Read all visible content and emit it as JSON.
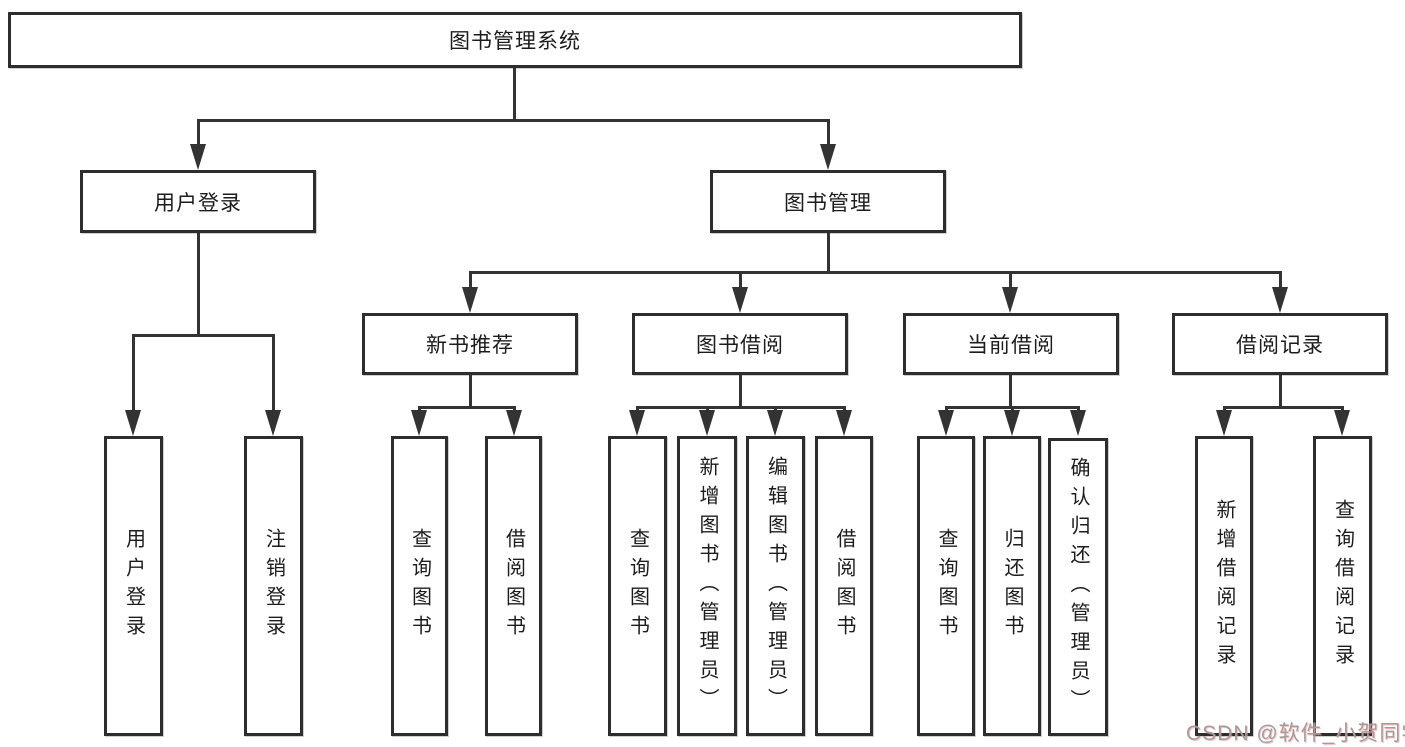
{
  "title": "图书管理系统",
  "nodes": {
    "root": "图书管理系统",
    "user_login_branch": "用户登录",
    "book_mgmt_branch": "图书管理",
    "new_book_rec": "新书推荐",
    "book_borrow": "图书借阅",
    "current_borrow": "当前借阅",
    "borrow_records": "借阅记录",
    "leaf_user_login": "用户登录",
    "leaf_logout": "注销登录",
    "leaf_nb_query": "查询图书",
    "leaf_nb_borrow": "借阅图书",
    "leaf_bb_query": "查询图书",
    "leaf_bb_add": "新增图书（管理员）",
    "leaf_bb_edit": "编辑图书（管理员）",
    "leaf_bb_borrow": "借阅图书",
    "leaf_cb_query": "查询图书",
    "leaf_cb_return": "归还图书",
    "leaf_cb_confirm": "确认归还（管理员）",
    "leaf_br_add": "新增借阅记录",
    "leaf_br_query": "查询借阅记录"
  },
  "watermark": {
    "text": "CSDN @软件_小贺同学"
  },
  "colors": {
    "line": "#333333",
    "border": "#2d2d2d",
    "text": "#1c1c1c",
    "bg": "#ffffff",
    "watermark": "#a59b9b"
  }
}
